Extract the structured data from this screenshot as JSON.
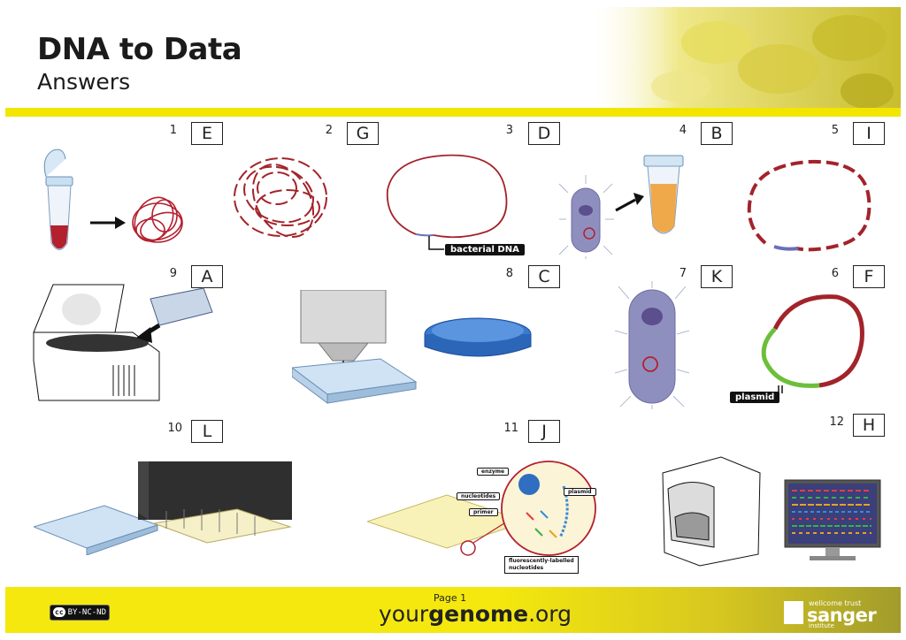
{
  "header": {
    "title": "DNA to Data",
    "subtitle": "Answers"
  },
  "items": [
    {
      "number": "1",
      "letter": "E"
    },
    {
      "number": "2",
      "letter": "G"
    },
    {
      "number": "3",
      "letter": "D"
    },
    {
      "number": "4",
      "letter": "B"
    },
    {
      "number": "5",
      "letter": "I"
    },
    {
      "number": "9",
      "letter": "A"
    },
    {
      "number": "8",
      "letter": "C"
    },
    {
      "number": "7",
      "letter": "K"
    },
    {
      "number": "6",
      "letter": "F"
    },
    {
      "number": "10",
      "letter": "L"
    },
    {
      "number": "11",
      "letter": "J"
    },
    {
      "number": "12",
      "letter": "H"
    }
  ],
  "labels": {
    "bacterial_dna": "bacterial DNA",
    "plasmid": "plasmid",
    "enzyme": "enzyme",
    "nucleotides": "nucleotides",
    "primer": "primer",
    "plasmid_small": "plasmid",
    "fluor_1": "fluorescently-labelled",
    "fluor_2": "nucleotides"
  },
  "footer": {
    "license": "BY-NC-ND",
    "page": "Page 1",
    "brand_a": "your",
    "brand_b": "genome",
    "brand_c": ".org",
    "sanger_small": "wellcome trust",
    "sanger_big": "sanger",
    "sanger_inst": "institute"
  },
  "colors": {
    "accent_yellow": "#f2e600",
    "dna_red": "#a3232a",
    "plasmid_green": "#6cbf3a"
  }
}
